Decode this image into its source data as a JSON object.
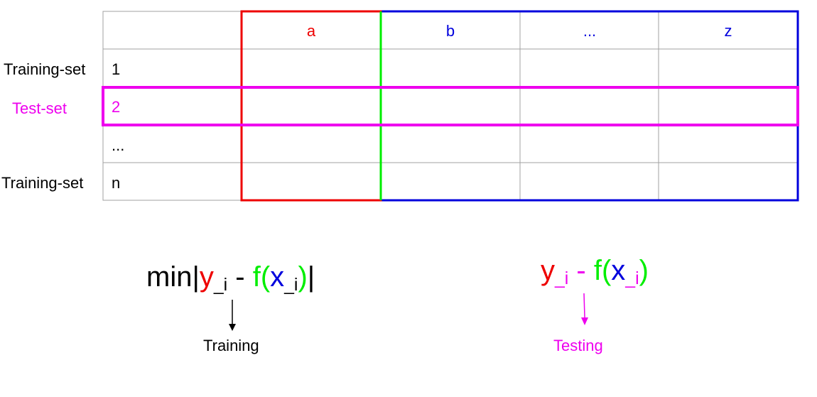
{
  "table": {
    "columns": [
      {
        "label": "a",
        "color": "#ee0000"
      },
      {
        "label": "b",
        "color": "#0000dd"
      },
      {
        "label": "...",
        "color": "#0000dd"
      },
      {
        "label": "z",
        "color": "#0000dd"
      }
    ],
    "rows": [
      {
        "index": "1",
        "label": "Training-set",
        "color": "#000000"
      },
      {
        "index": "2",
        "label": "Test-set",
        "color": "#ee00ee"
      },
      {
        "index": "...",
        "label": "",
        "color": "#000000"
      },
      {
        "index": "n",
        "label": "Training-set",
        "color": "#000000"
      }
    ]
  },
  "formulas": {
    "training": {
      "prefix": "min|",
      "y": "y",
      "sub_i": "_i",
      "minus": " - ",
      "f": "f(",
      "x": "x",
      "close": ")",
      "suffix": "|",
      "caption": "Training"
    },
    "testing": {
      "y": "y",
      "sub_i": "_i",
      "minus": " - ",
      "f": "f(",
      "x": "x",
      "close": ")",
      "caption": "Testing"
    }
  },
  "colors": {
    "grid": "#a0a0a0",
    "red": "#ee0000",
    "green": "#00ee00",
    "blue": "#0000dd",
    "magenta": "#ee00ee",
    "black": "#000000"
  }
}
